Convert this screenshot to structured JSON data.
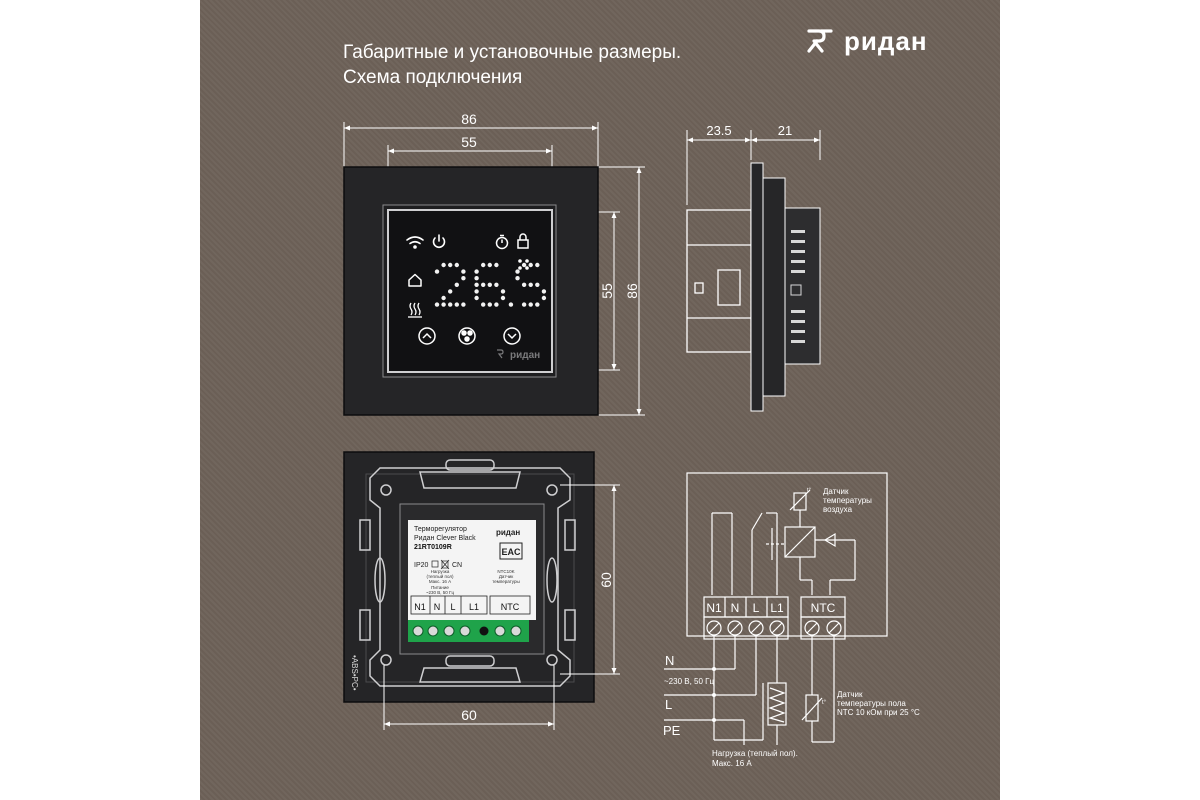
{
  "heading": {
    "line1": "Габаритные и установочные размеры.",
    "line2": "Схема подключения"
  },
  "brand": {
    "logo_icon": "ridan-logo-icon",
    "name": "ридан"
  },
  "colors": {
    "background": "#6e6259",
    "frame": "#262628",
    "lines": "#ffffff",
    "display_leds": "#f2f2f2",
    "terminal_green": "#1fa34a"
  },
  "front_view": {
    "dim_outer_width": "86",
    "dim_inner_width": "55",
    "dim_inner_height": "55",
    "dim_outer_height": "86",
    "display_value": "26.5",
    "device_brand": "ридан",
    "icons": [
      "wifi-icon",
      "power-icon",
      "timer-icon",
      "lock-icon",
      "home-icon",
      "heat-icon",
      "up-arrow-icon",
      "fan-icon",
      "down-arrow-icon"
    ]
  },
  "side_view": {
    "dim_depth_1": "23.5",
    "dim_depth_2": "21"
  },
  "back_view": {
    "dim_width": "60",
    "dim_height": "60",
    "side_marking": "•ABS•PC•",
    "label": {
      "title_1": "Терморегулятор",
      "title_2": "Ридан Clever Black",
      "code": "21RT0109R",
      "brand": "ридан",
      "ip": "IP20",
      "country": "CN",
      "certification": "EAC",
      "load_text_1": "Нагрузка",
      "load_text_2": "(теплый пол)",
      "load_text_3": "Макс. 16 А",
      "power_text_1": "Питание",
      "power_text_2": "~230 В, 50 Гц",
      "ntc_text_1": "NTC10K",
      "ntc_text_2": "Датчик",
      "ntc_text_3": "температуры",
      "terminals": [
        "N1",
        "N",
        "L",
        "L1"
      ],
      "ntc_terminal": "NTC"
    }
  },
  "wiring": {
    "terminals": [
      "N1",
      "N",
      "L",
      "L1"
    ],
    "ntc_terminal": "NTC",
    "air_sensor_1": "Датчик",
    "air_sensor_2": "температуры",
    "air_sensor_3": "воздуха",
    "label_N": "N",
    "supply": "~230 В, 50 Гц",
    "label_L": "L",
    "label_PE": "PE",
    "floor_sensor_1": "Датчик",
    "floor_sensor_2": "температуры пола",
    "floor_sensor_3": "NTC 10 кОм при 25 °C",
    "load_1": "Нагрузка (теплый пол).",
    "load_2": "Макс. 16 А",
    "sensor_symbol": "t°"
  }
}
